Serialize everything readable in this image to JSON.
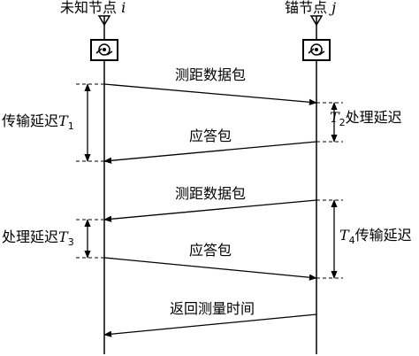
{
  "node_i": {
    "label": "未知节点",
    "var": "i"
  },
  "node_j": {
    "label": "锚节点",
    "var": "j"
  },
  "messages": [
    {
      "label": "测距数据包",
      "direction": "i-to-j"
    },
    {
      "label": "应答包",
      "direction": "j-to-i"
    },
    {
      "label": "测距数据包",
      "direction": "j-to-i"
    },
    {
      "label": "应答包",
      "direction": "i-to-j"
    },
    {
      "label": "返回测量时间",
      "direction": "j-to-i"
    }
  ],
  "delays": {
    "t1": {
      "text": "传输延迟",
      "symbol": "T",
      "sub": "1"
    },
    "t2": {
      "text": "处理延迟",
      "symbol": "T",
      "sub": "2"
    },
    "t3": {
      "text": "处理延迟",
      "symbol": "T",
      "sub": "3"
    },
    "t4": {
      "text": "传输延迟",
      "symbol": "T",
      "sub": "4"
    }
  }
}
